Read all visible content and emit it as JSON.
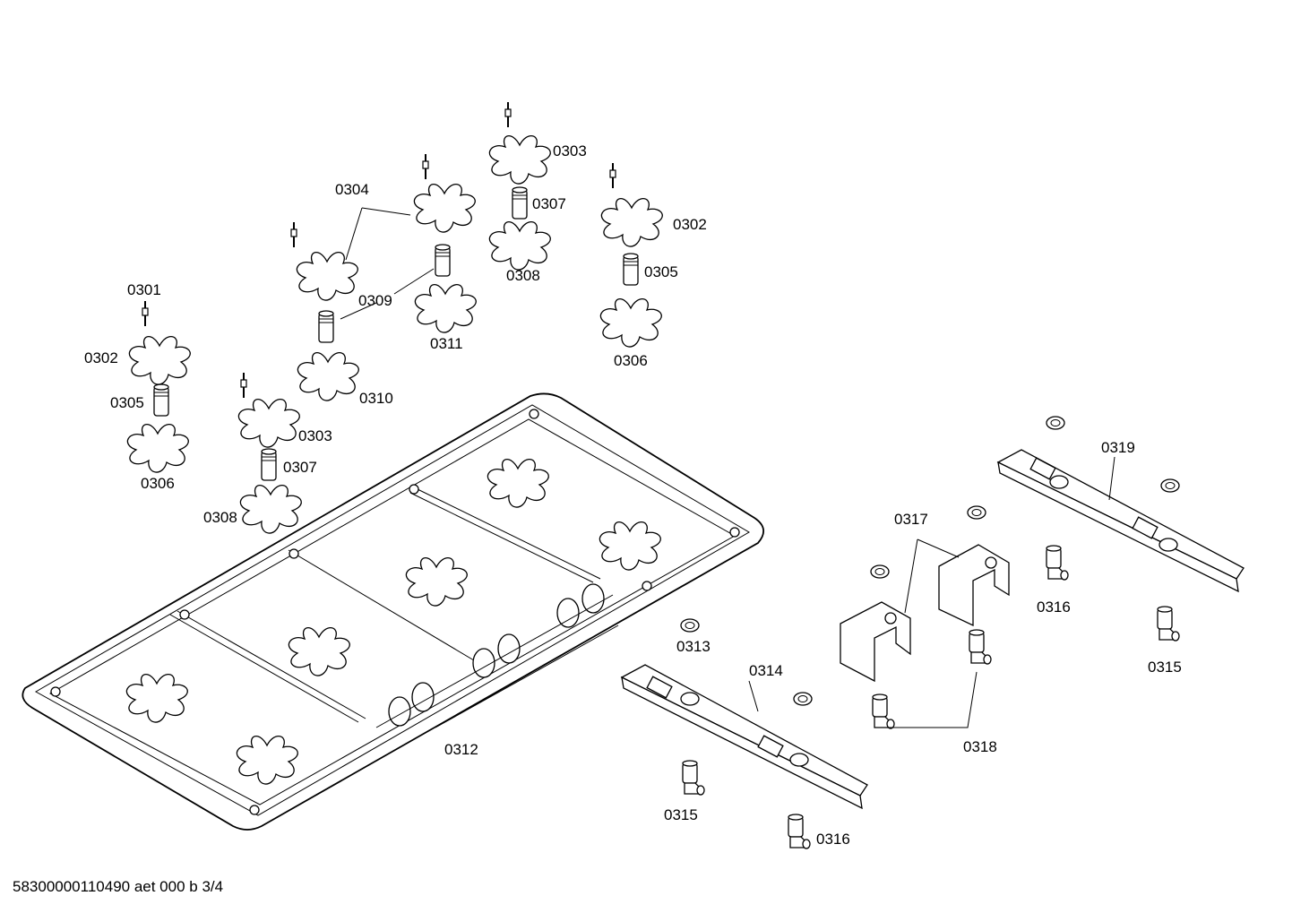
{
  "labels": {
    "l0301": "0301",
    "l0302a": "0302",
    "l0302b": "0302",
    "l0303a": "0303",
    "l0303b": "0303",
    "l0304": "0304",
    "l0305a": "0305",
    "l0305b": "0305",
    "l0306a": "0306",
    "l0306b": "0306",
    "l0307a": "0307",
    "l0307b": "0307",
    "l0308a": "0308",
    "l0308b": "0308",
    "l0309": "0309",
    "l0310": "0310",
    "l0311": "0311",
    "l0312": "0312",
    "l0313": "0313",
    "l0314": "0314",
    "l0315a": "0315",
    "l0315b": "0315",
    "l0316a": "0316",
    "l0316b": "0316",
    "l0317": "0317",
    "l0318": "0318",
    "l0319": "0319"
  },
  "footer": "58300000110490 aet 000 b 3/4"
}
